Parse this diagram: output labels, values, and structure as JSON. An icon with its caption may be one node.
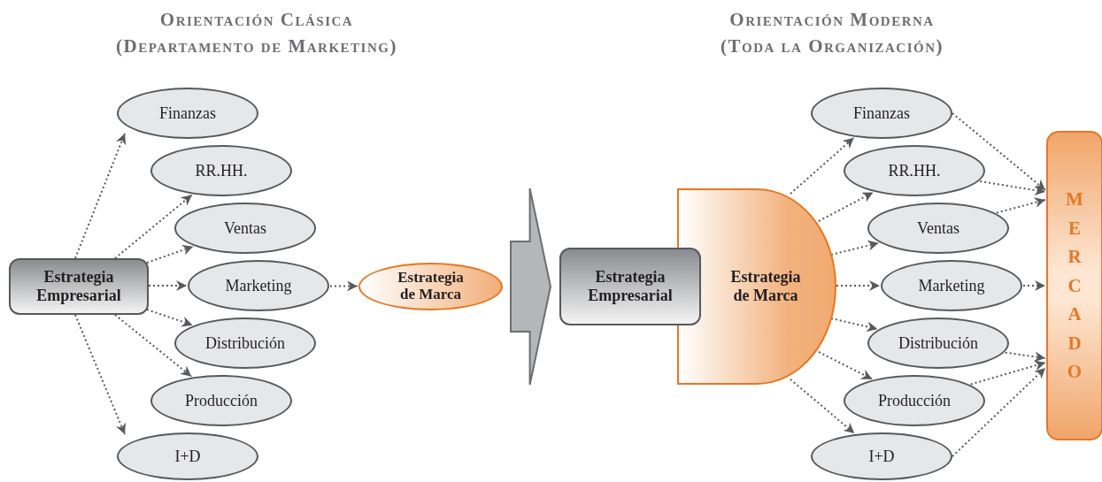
{
  "diagram": {
    "nodes": [
      {
        "text": [
          "Estrategia Empresarial"
        ]
      },
      {
        "text": [
          "Finanzas"
        ]
      },
      {
        "text": [
          "RR.HH."
        ]
      },
      {
        "text": [
          "Ventas"
        ]
      },
      {
        "text": [
          "Marketing"
        ]
      },
      {
        "text": [
          "Distribución"
        ]
      },
      {
        "text": [
          "Producción"
        ]
      },
      {
        "text": [
          "I+D"
        ]
      },
      {
        "text": [
          "Estrategia de Marca"
        ]
      },
      {
        "text": [
          "Estrategia Empresarial"
        ]
      },
      {
        "text": [
          "Estrategia de Marca"
        ]
      },
      {
        "text": [
          "Finanzas"
        ]
      },
      {
        "text": [
          "RR.HH."
        ]
      },
      {
        "text": [
          "Ventas"
        ]
      },
      {
        "text": [
          "Marketing"
        ]
      },
      {
        "text": [
          "Distribución"
        ]
      },
      {
        "text": [
          "Producción"
        ]
      },
      {
        "text": [
          "I+D"
        ]
      },
      {
        "text": [
          "MERCADO"
        ]
      }
    ],
    "edges": [
      {
        "from": 0,
        "to": 1,
        "arrow": "to"
      },
      {
        "from": 0,
        "to": 2,
        "arrow": "to"
      },
      {
        "from": 0,
        "to": 3,
        "arrow": "to"
      },
      {
        "from": 0,
        "to": 4,
        "arrow": "to"
      },
      {
        "from": 0,
        "to": 5,
        "arrow": "to"
      },
      {
        "from": 0,
        "to": 6,
        "arrow": "to"
      },
      {
        "from": 0,
        "to": 7,
        "arrow": "to"
      },
      {
        "from": 4,
        "to": 8,
        "arrow": "to"
      },
      {
        "from": 8,
        "to": 9,
        "arrow": "to",
        "style": "thick"
      },
      {
        "from": 10,
        "to": 11,
        "arrow": "to"
      },
      {
        "from": 10,
        "to": 12,
        "arrow": "to"
      },
      {
        "from": 10,
        "to": 13,
        "arrow": "to"
      },
      {
        "from": 10,
        "to": 14,
        "arrow": "to"
      },
      {
        "from": 10,
        "to": 15,
        "arrow": "to"
      },
      {
        "from": 10,
        "to": 16,
        "arrow": "to"
      },
      {
        "from": 10,
        "to": 17,
        "arrow": "to"
      },
      {
        "from": 11,
        "to": 18,
        "arrow": "to"
      },
      {
        "from": 12,
        "to": 18,
        "arrow": "to"
      },
      {
        "from": 13,
        "to": 18,
        "arrow": "to"
      },
      {
        "from": 14,
        "to": 18,
        "arrow": "to"
      },
      {
        "from": 15,
        "to": 18,
        "arrow": "to"
      },
      {
        "from": 16,
        "to": 18,
        "arrow": "to"
      },
      {
        "from": 17,
        "to": 18,
        "arrow": "to"
      }
    ],
    "labels": [
      "Orientación Clásica",
      "(Departamento de Marketing)",
      "Orientación Moderna",
      "(Toda la Organización)"
    ]
  }
}
